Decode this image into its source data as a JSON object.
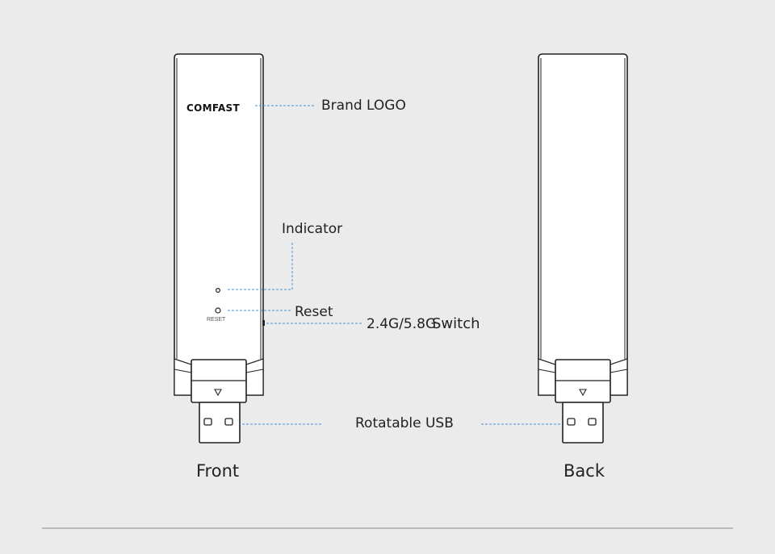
{
  "brand_logo_text": "COMFAST",
  "reset_small_text": "RESET",
  "callouts": {
    "brand_logo": "Brand LOGO",
    "indicator": "Indicator",
    "reset": "Reset",
    "switch_band": "2.4G/5.8G",
    "switch_word": "Switch",
    "rotatable_usb": "Rotatable USB"
  },
  "views": {
    "front": "Front",
    "back": "Back"
  },
  "colors": {
    "background": "#ebebeb",
    "leader_line": "#4a90d9",
    "device_outline": "#222222",
    "divider": "#8a8a8a"
  }
}
